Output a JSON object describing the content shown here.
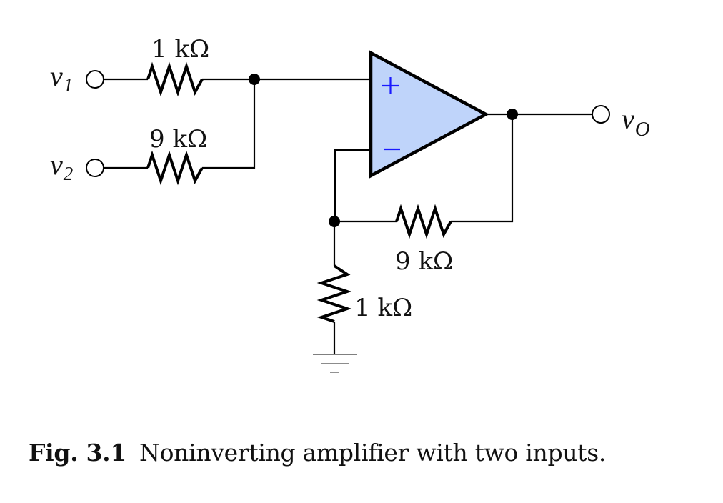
{
  "figure": {
    "caption": {
      "number": "Fig. 3.1",
      "text": "Noninverting amplifier with two inputs."
    },
    "colors": {
      "opamp_fill": "#bfd4fa",
      "opamp_signs": "#1a1aff",
      "wire": "#000000"
    },
    "inputs": [
      {
        "name": "v",
        "subscript": "1"
      },
      {
        "name": "v",
        "subscript": "2"
      }
    ],
    "output": {
      "name": "v",
      "subscript": "O"
    },
    "resistors": {
      "r_in1": "1 kΩ",
      "r_in2": "9 kΩ",
      "r_feedback": "9 kΩ",
      "r_ground": "1 kΩ"
    },
    "opamp": {
      "noninverting_symbol": "+",
      "inverting_symbol": "−"
    }
  }
}
